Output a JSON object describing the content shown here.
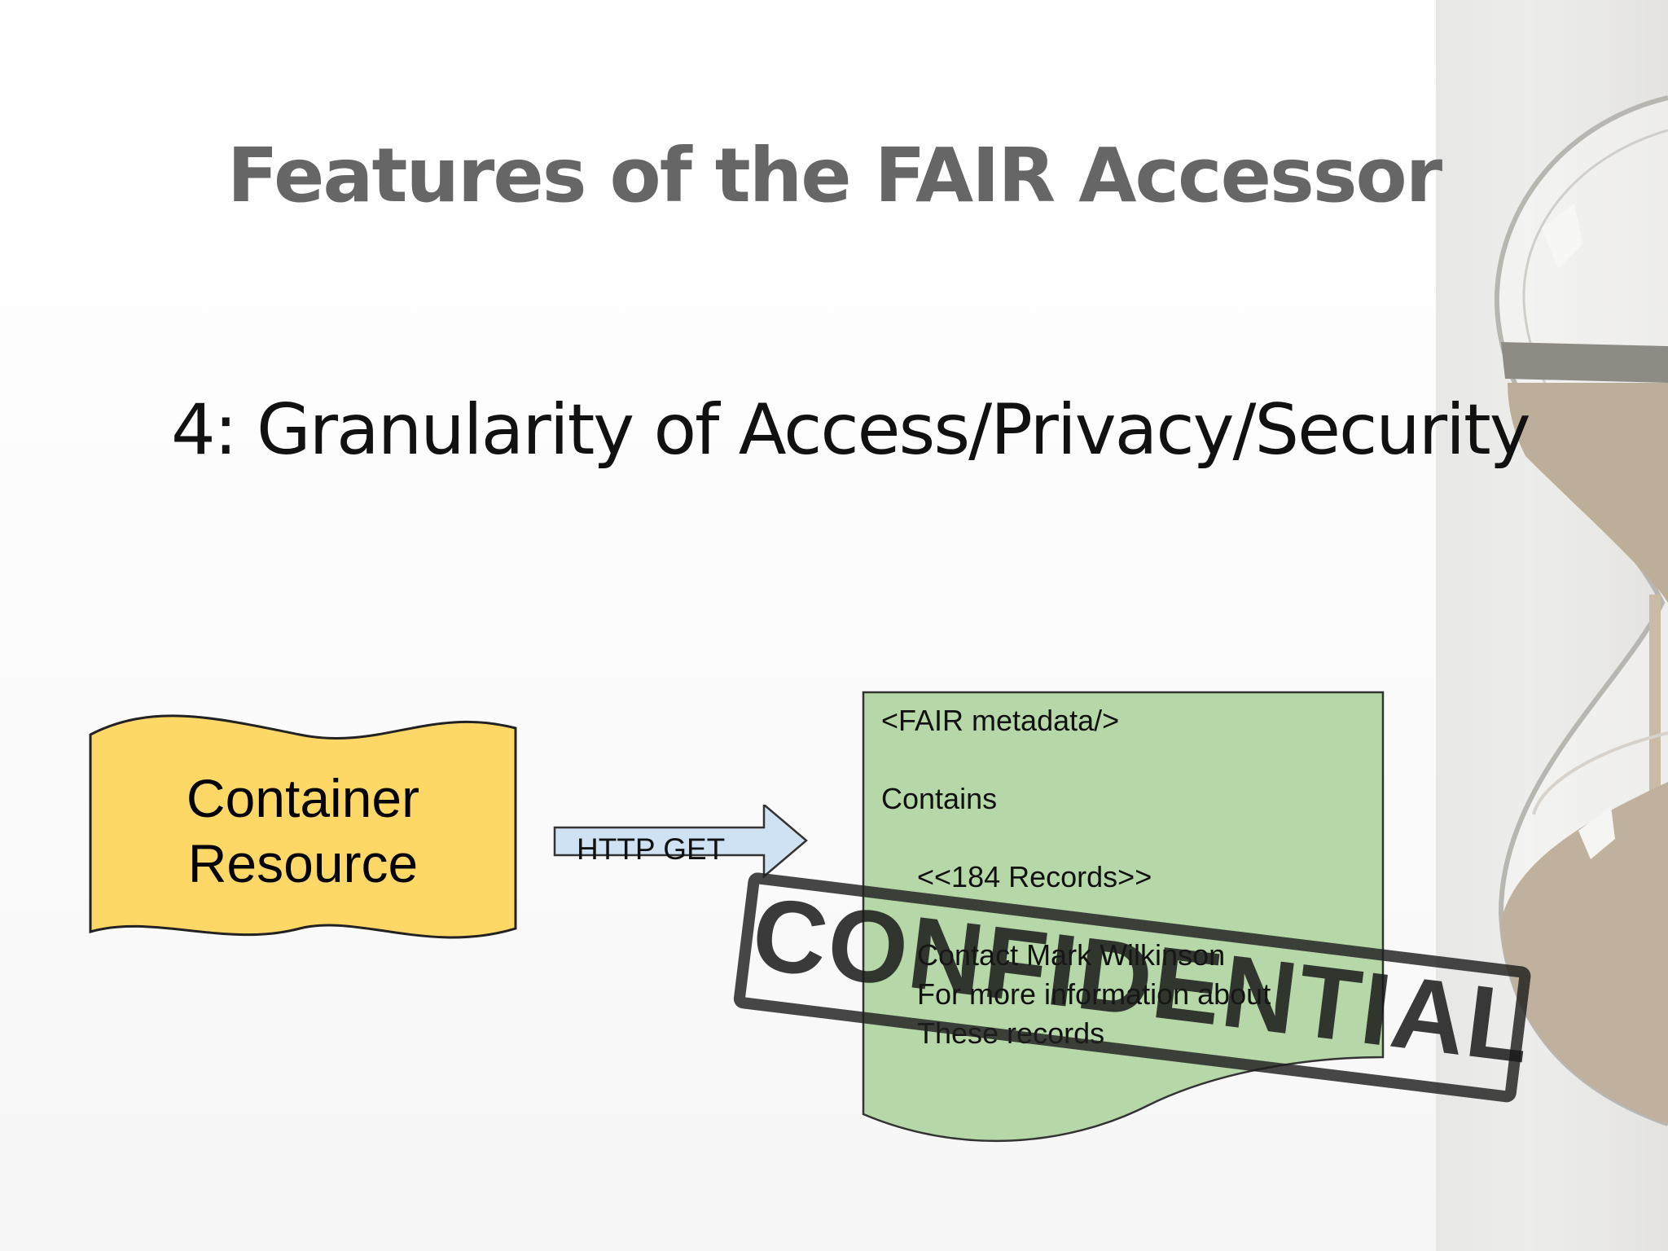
{
  "slide": {
    "title": "Features of the FAIR Accessor",
    "subtitle": "4:  Granularity of Access/Privacy/Security"
  },
  "diagram": {
    "container_label_line1": "Container",
    "container_label_line2": "Resource",
    "arrow_label": "HTTP GET",
    "document": {
      "line1": "<FAIR metadata/>",
      "line2": "Contains",
      "line3": "<<184 Records>>",
      "line4": "Contact Mark Wilkinson",
      "line5": "For more information about",
      "line6": "These records"
    },
    "stamp_text": "CONFIDENTIAL"
  },
  "colors": {
    "container_fill": "#fdd867",
    "arrow_fill": "#cfe2f3",
    "document_fill": "#b6d7a8",
    "title_color": "#666666"
  }
}
